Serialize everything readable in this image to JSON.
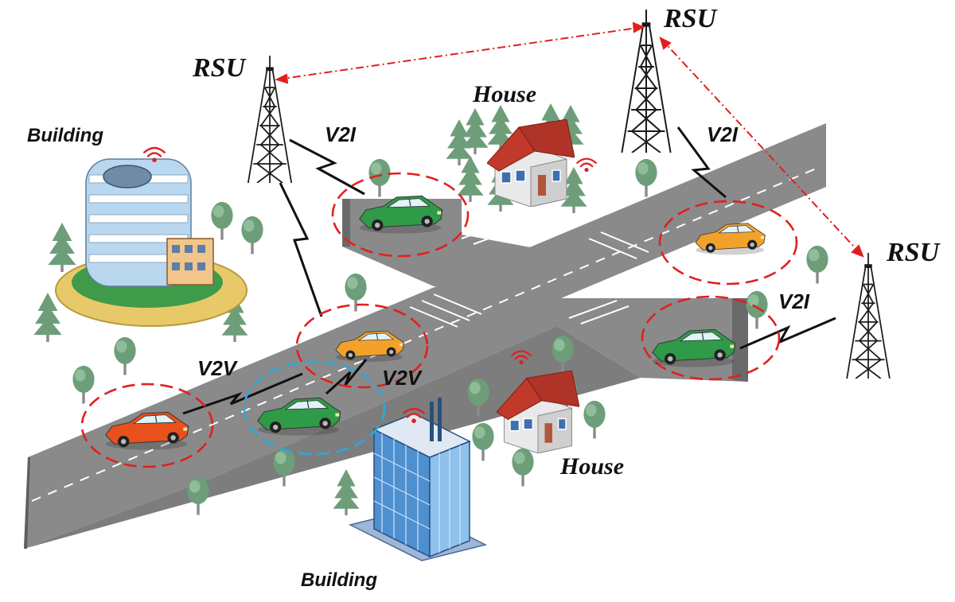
{
  "labels": {
    "rsu_left": "RSU",
    "rsu_top": "RSU",
    "rsu_right": "RSU",
    "house_top": "House",
    "house_bottom": "House",
    "building_left": "Building",
    "building_bottom": "Building",
    "v2i_left": "V2I",
    "v2i_top": "V2I",
    "v2i_right": "V2I",
    "v2v_left": "V2V",
    "v2v_right": "V2V"
  },
  "colors": {
    "road": "#8a8a8a",
    "road_edge": "#5e5e5e",
    "rsu_link": "#e0201c",
    "vehicle_range": "#e02020",
    "v2v_range": "#2aa8e0",
    "tree": "#7aa886",
    "car_green": "#2f9a47",
    "car_orange": "#f2a22a",
    "car_red": "#e8501c",
    "roof": "#c0392b",
    "wifi": "#e02020"
  },
  "icons": [
    "rsu-tower-icon",
    "car-icon",
    "house-icon",
    "building-icon",
    "tree-icon",
    "wifi-icon",
    "lightning-link-icon"
  ]
}
